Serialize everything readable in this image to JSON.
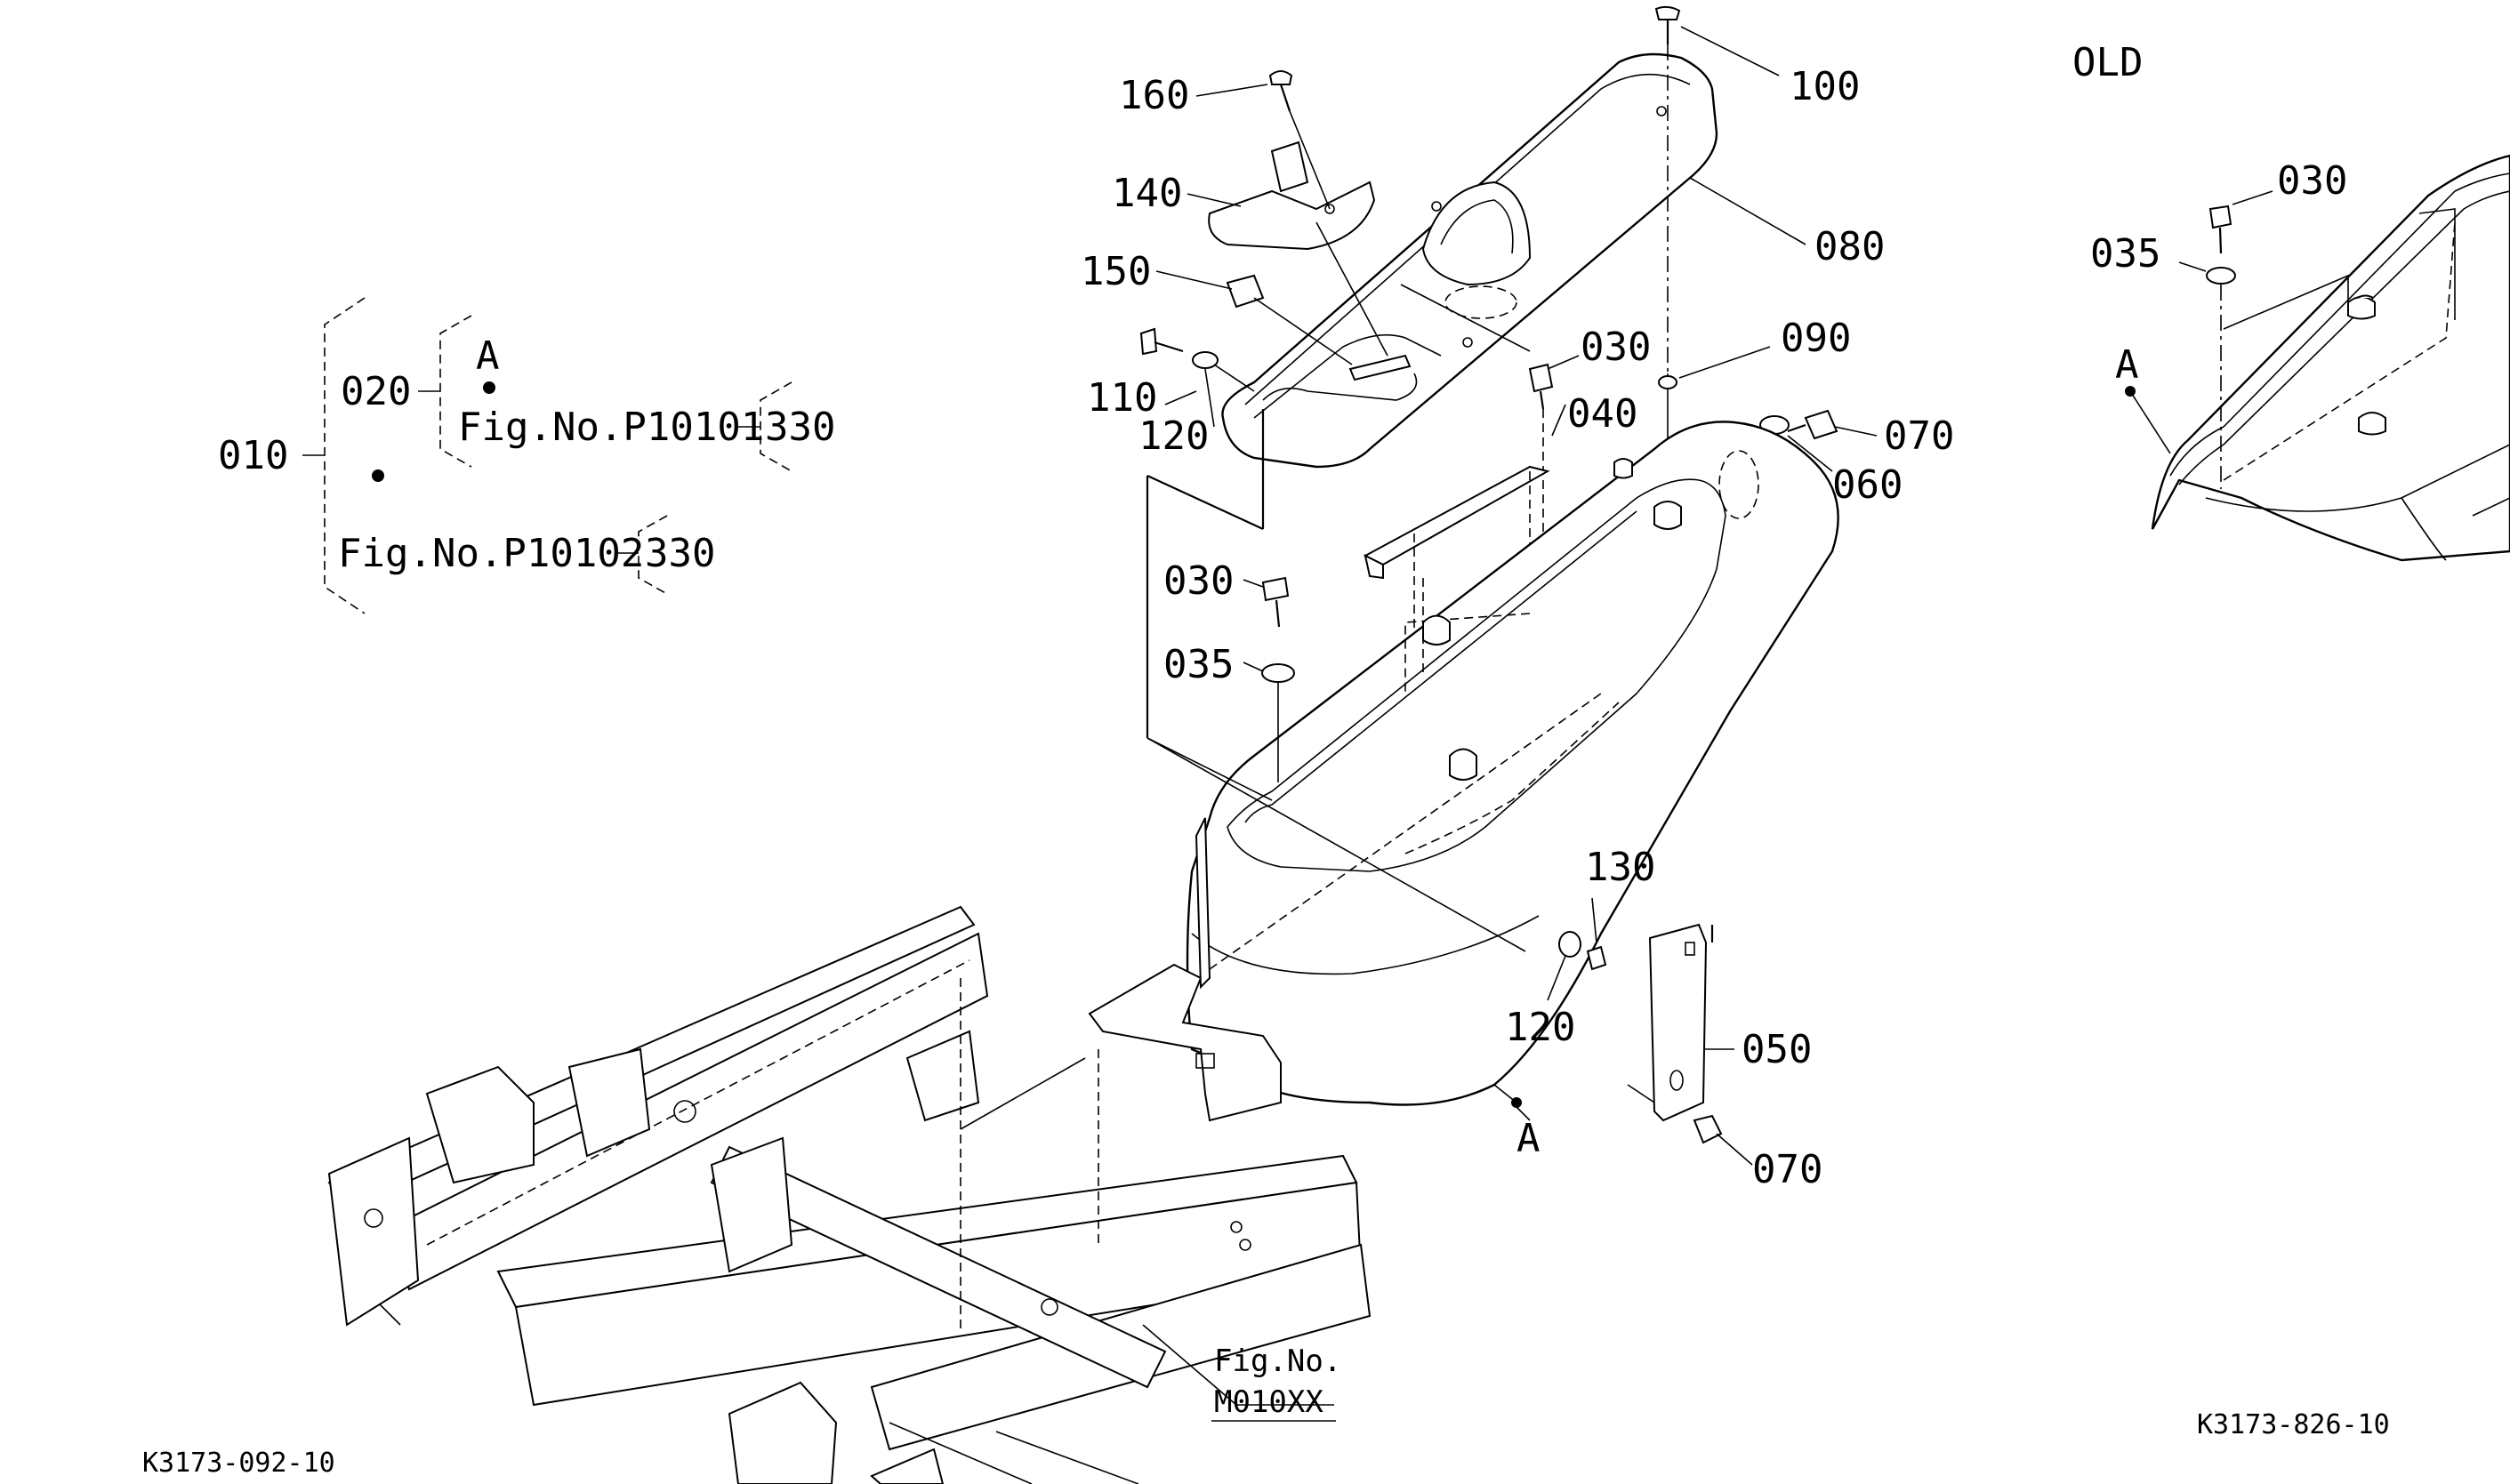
{
  "callouts": {
    "c160": "160",
    "c100": "100",
    "c140": "140",
    "c080": "080",
    "c150": "150",
    "c030_top": "030",
    "c090": "090",
    "c110": "110",
    "c120_top": "120",
    "c040": "040",
    "c070_top": "070",
    "c060": "060",
    "c030_mid": "030",
    "c035_mid": "035",
    "c130": "130",
    "c120_bottom": "120",
    "c050": "050",
    "c070_bottom": "070",
    "cA_bottom": "A"
  },
  "tree": {
    "c010": "010",
    "c020": "020",
    "cA": "A",
    "fig1": "Fig.No.P10101",
    "c330_1": "330",
    "fig2": "Fig.No.P10102",
    "c330_2": "330"
  },
  "frame_ref": {
    "fig_line1": "Fig.No.",
    "fig_line2": "M010XX"
  },
  "old_inset": {
    "title": "OLD",
    "c030": "030",
    "c035": "035",
    "cA": "A"
  },
  "footer": {
    "left_code": "K3173-092-10",
    "right_code": "K3173-826-10"
  }
}
